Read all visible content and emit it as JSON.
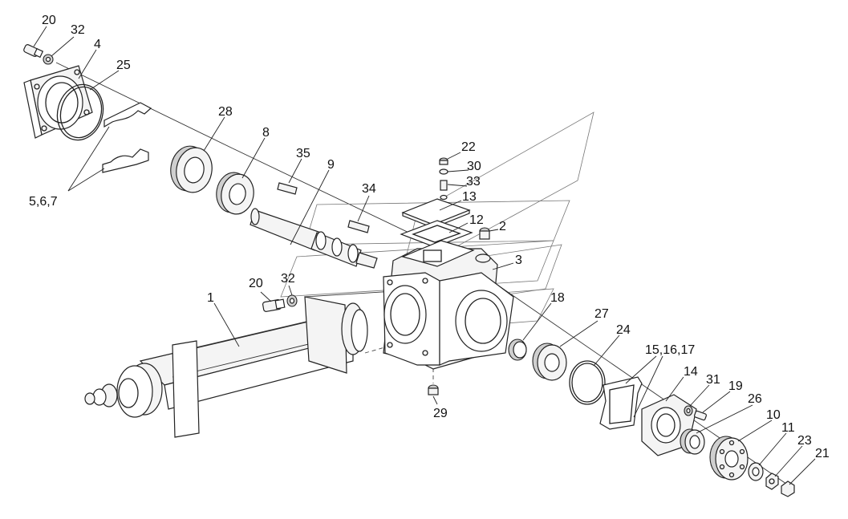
{
  "labels": [
    {
      "id": "20a",
      "text": "20"
    },
    {
      "id": "32a",
      "text": "32"
    },
    {
      "id": "4",
      "text": "4"
    },
    {
      "id": "25",
      "text": "25"
    },
    {
      "id": "28",
      "text": "28"
    },
    {
      "id": "8",
      "text": "8"
    },
    {
      "id": "35",
      "text": "35"
    },
    {
      "id": "9",
      "text": "9"
    },
    {
      "id": "34",
      "text": "34"
    },
    {
      "id": "22",
      "text": "22"
    },
    {
      "id": "30",
      "text": "30"
    },
    {
      "id": "33",
      "text": "33"
    },
    {
      "id": "13",
      "text": "13"
    },
    {
      "id": "12",
      "text": "12"
    },
    {
      "id": "2",
      "text": "2"
    },
    {
      "id": "3",
      "text": "3"
    },
    {
      "id": "5-6-7",
      "text": "5,6,7"
    },
    {
      "id": "1",
      "text": "1"
    },
    {
      "id": "20b",
      "text": "20"
    },
    {
      "id": "32b",
      "text": "32"
    },
    {
      "id": "18",
      "text": "18"
    },
    {
      "id": "27",
      "text": "27"
    },
    {
      "id": "24",
      "text": "24"
    },
    {
      "id": "15-16-17",
      "text": "15,16,17"
    },
    {
      "id": "14",
      "text": "14"
    },
    {
      "id": "31",
      "text": "31"
    },
    {
      "id": "19",
      "text": "19"
    },
    {
      "id": "26",
      "text": "26"
    },
    {
      "id": "10",
      "text": "10"
    },
    {
      "id": "11",
      "text": "11"
    },
    {
      "id": "23",
      "text": "23"
    },
    {
      "id": "21",
      "text": "21"
    },
    {
      "id": "29",
      "text": "29"
    }
  ]
}
